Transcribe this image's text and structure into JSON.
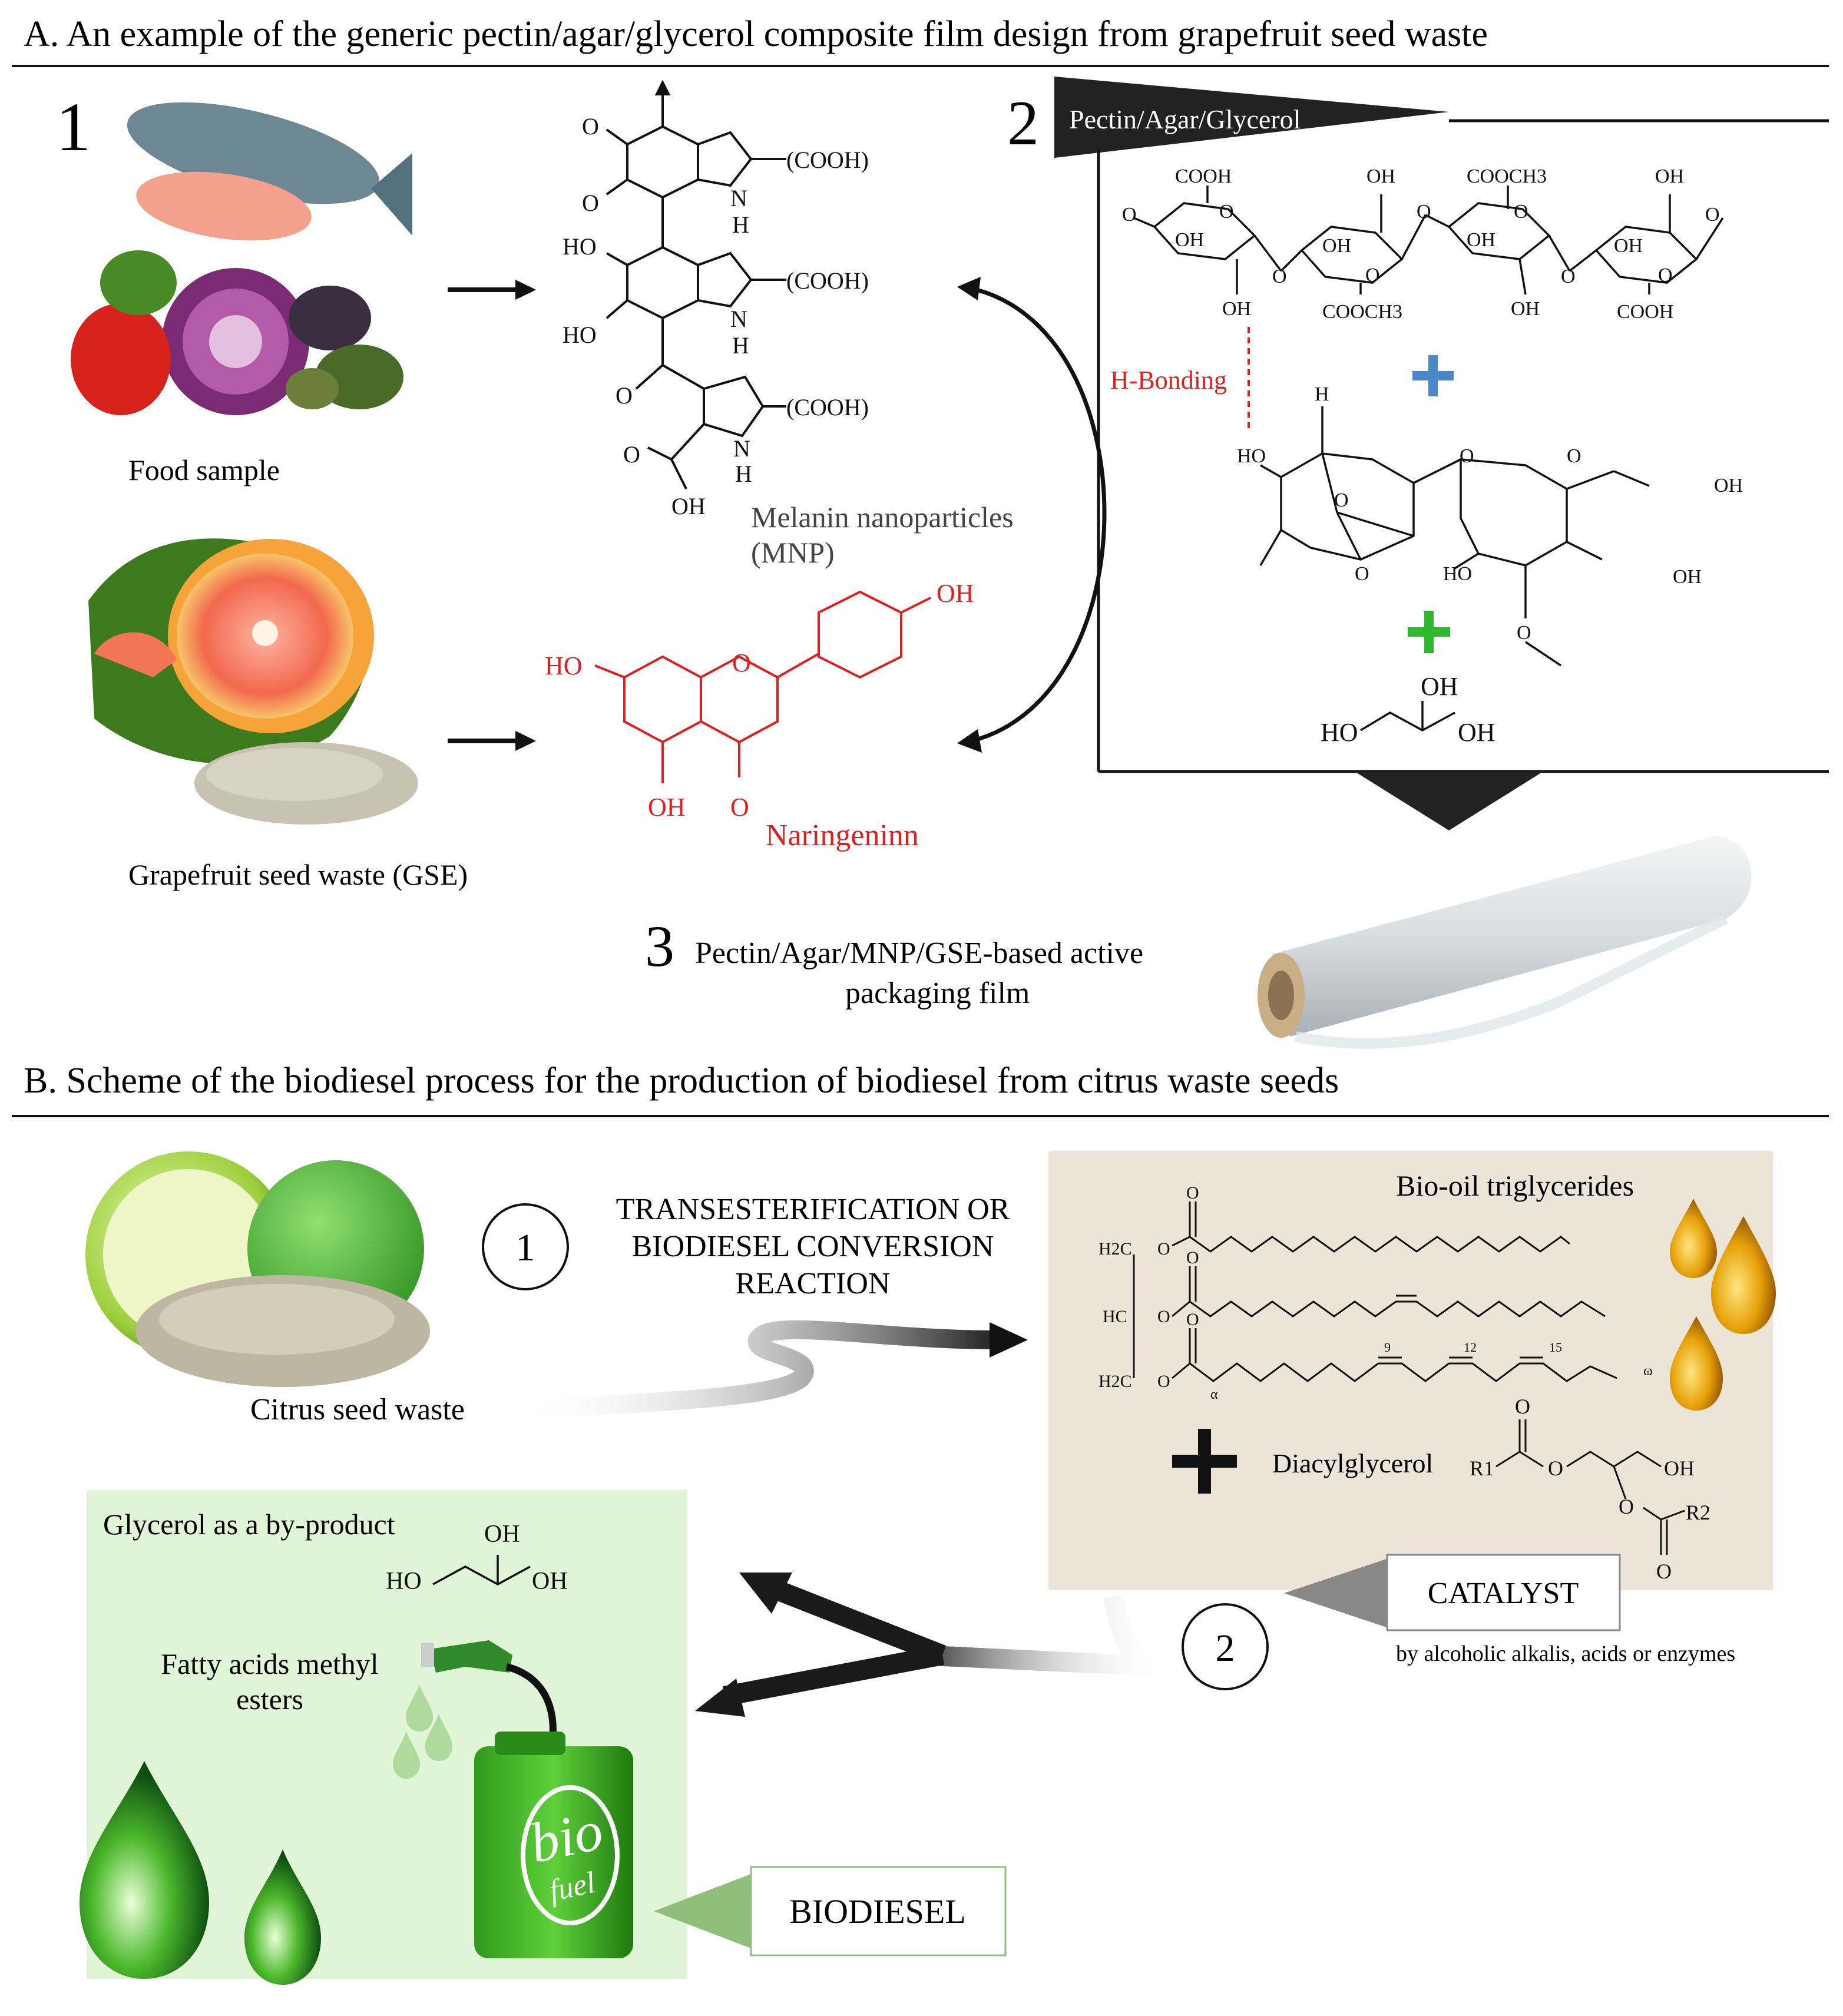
{
  "sectionA": {
    "title": "A. An example of the generic pectin/agar/glycerol composite film design from grapefruit seed waste",
    "step1_number": "1",
    "step2_number": "2",
    "step3_number": "3",
    "food_sample_label": "Food sample",
    "gse_label": "Grapefruit seed waste (GSE)",
    "mnp_label_line1": "Melanin nanoparticles",
    "mnp_label_line2": "(MNP)",
    "naringenin_label": "Naringeninn",
    "pectin_agar_glycerol_label": "Pectin/Agar/Glycerol",
    "h_bonding_label": "H-Bonding",
    "film_label_line1": "Pectin/Agar/MNP/GSE-based active",
    "film_label_line2": "packaging film",
    "chem": {
      "oxo": "O",
      "cooh": "(COOH)",
      "nh_n": "N",
      "nh_h": "H",
      "ho": "HO",
      "oh": "OH",
      "pectin_cooh": "COOH",
      "pectin_cooch3": "COOCH3",
      "agar_h": "H"
    }
  },
  "sectionB": {
    "title": "B. Scheme of the biodiesel process for the production of biodiesel from citrus waste seeds",
    "citrus_label": "Citrus seed waste",
    "step1_circle": "1",
    "step1_line1": "TRANSESTERIFICATION OR",
    "step1_line2": "BIODIESEL CONVERSION",
    "step1_line3": "REACTION",
    "triglycerides_label": "Bio-oil triglycerides",
    "diacylglycerol_label": "Diacylglycerol",
    "catalyst_label": "CATALYST",
    "catalyst_sub": "by alcoholic alkalis, acids or enzymes",
    "step2_circle": "2",
    "glycerol_byproduct_label": "Glycerol as a by-product",
    "fame_line1": "Fatty acids methyl",
    "fame_line2": "esters",
    "biodiesel_label": "BIODIESEL",
    "bio_text": "bio",
    "fuel_text": "fuel",
    "chem": {
      "h2c": "H2C",
      "hc": "HC",
      "o": "O",
      "alpha": "α",
      "omega": "ω",
      "pos9": "9",
      "pos12": "12",
      "pos15": "15",
      "r1": "R1",
      "r2": "R2",
      "oh": "OH",
      "ho": "HO"
    }
  },
  "colors": {
    "naringenin_red": "#e02020",
    "plus_blue": "#4a86c8",
    "plus_green": "#2eb82e",
    "beige_panel": "#ece4d7",
    "green_panel": "#dff5d6"
  }
}
